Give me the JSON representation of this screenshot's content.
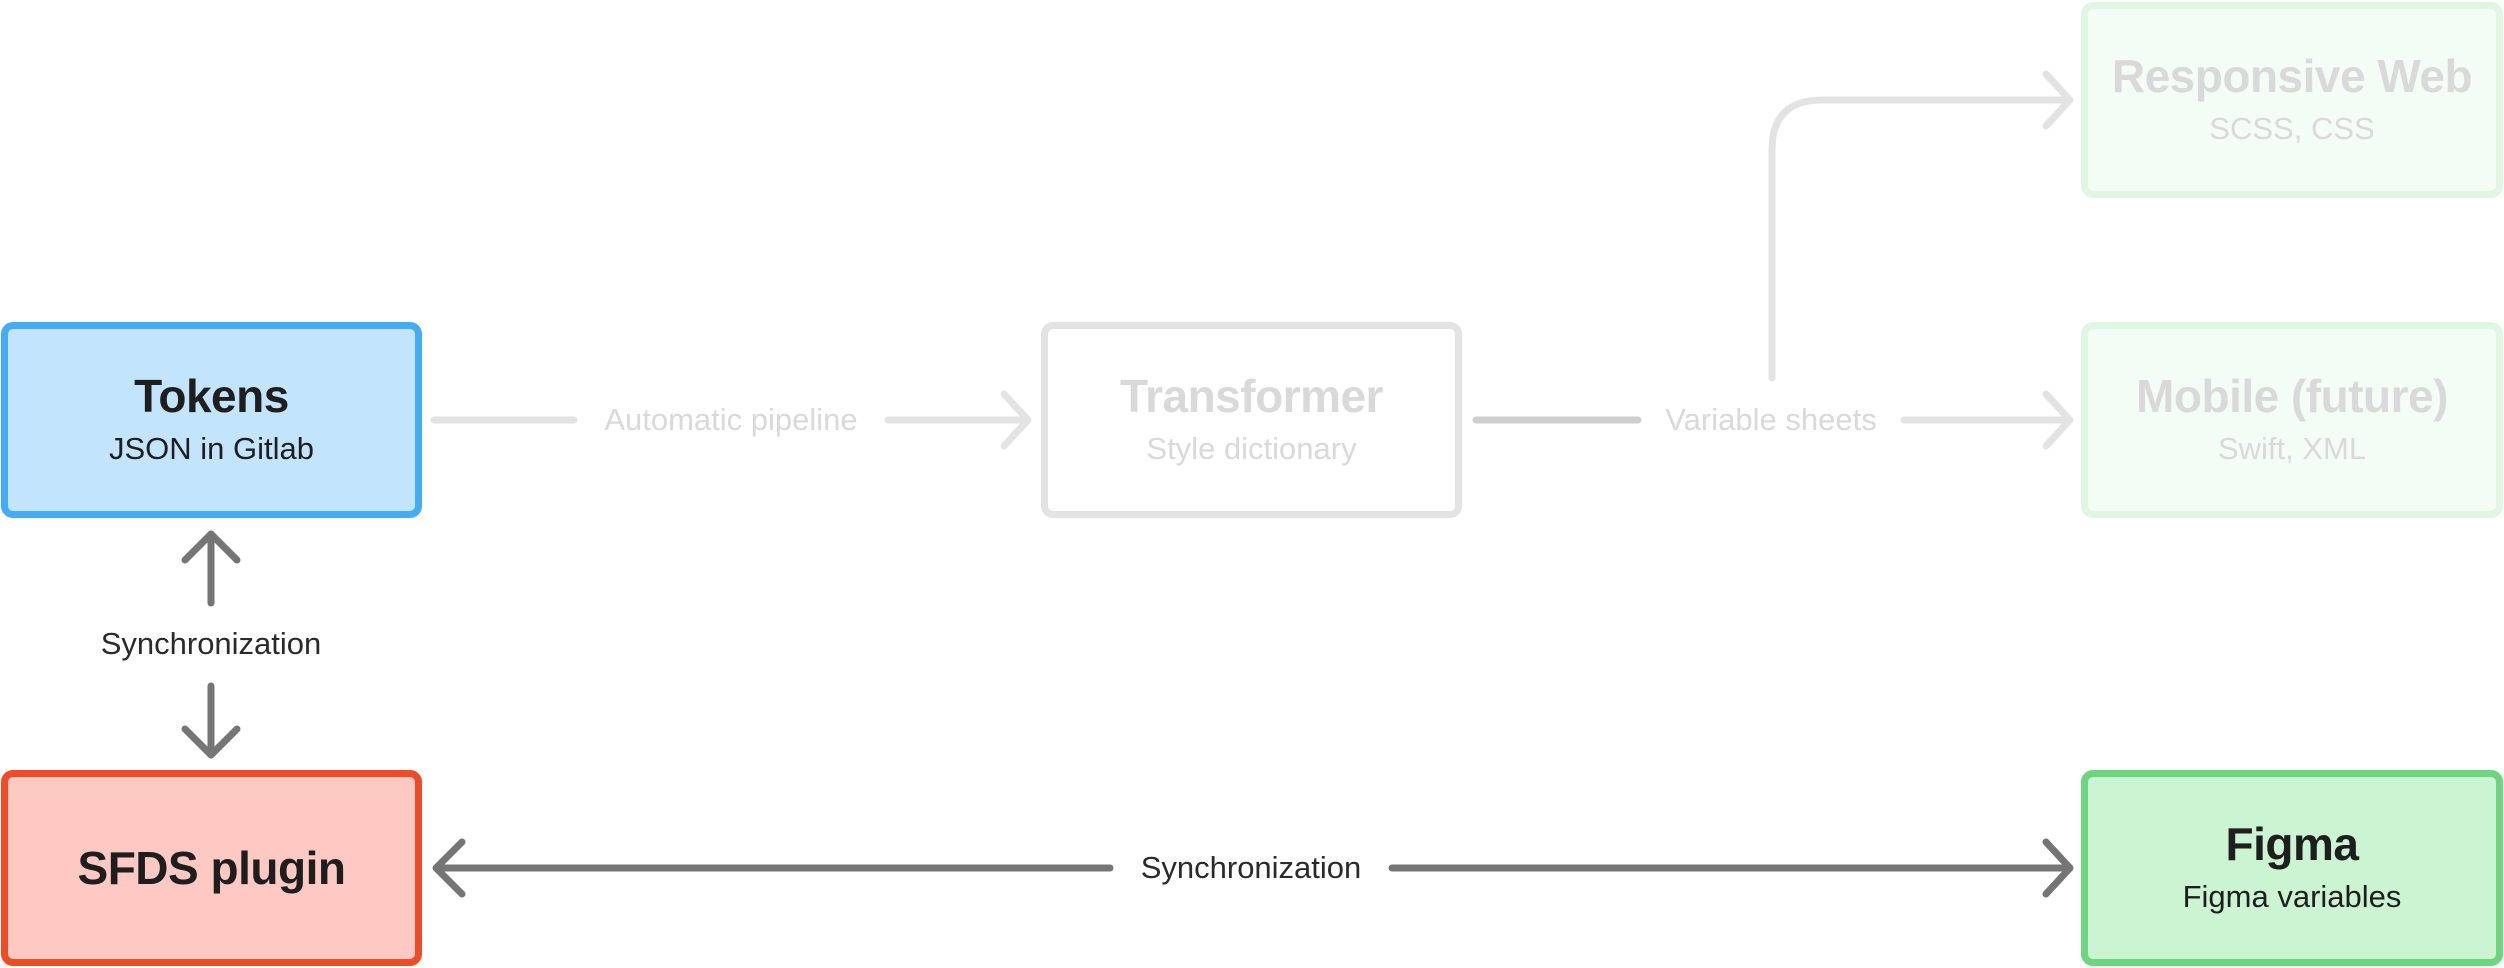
{
  "nodes": {
    "tokens": {
      "title": "Tokens",
      "subtitle": "JSON in Gitlab"
    },
    "transformer": {
      "title": "Transformer",
      "subtitle": "Style dictionary"
    },
    "responsive_web": {
      "title": "Responsive Web",
      "subtitle": "SCSS, CSS"
    },
    "mobile": {
      "title": "Mobile (future)",
      "subtitle": "Swift, XML"
    },
    "sfds_plugin": {
      "title": "SFDS plugin"
    },
    "figma": {
      "title": "Figma",
      "subtitle": "Figma variables"
    }
  },
  "edges": {
    "tokens_to_transformer": "Automatic pipeline",
    "transformer_to_outputs": "Variable sheets",
    "tokens_plugin_sync": "Synchronization",
    "plugin_figma_sync": "Synchronization"
  },
  "colors": {
    "tokens_fill": "#c2e4fd",
    "tokens_border": "#45abf5",
    "plugin_fill": "#fec8c3",
    "plugin_border": "#ee4c26",
    "figma_fill": "#cbf4d3",
    "figma_border": "#6cd57d",
    "faded_green_fill": "#f4fdf5",
    "faded_green_border": "#dff6e2",
    "faded_gray_border": "#e3e3e3",
    "faded_text": "#d9d9d9",
    "arrow_dark": "#757575",
    "arrow_faded": "#e3e3e3"
  }
}
